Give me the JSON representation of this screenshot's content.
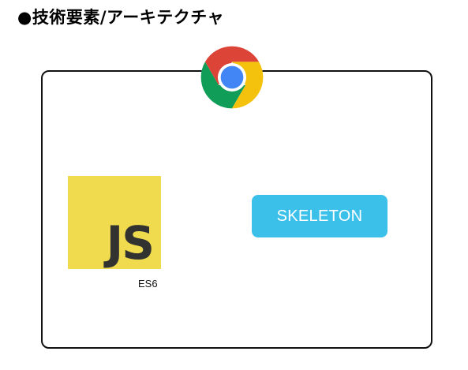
{
  "page": {
    "title": "●技術要素/アーキテクチャ"
  },
  "diagram": {
    "logos": {
      "top": "chrome-icon",
      "left": "javascript-icon"
    },
    "javascript": {
      "logo_text": "JS",
      "caption": "ES6"
    },
    "skeleton": {
      "label": "SKELETON"
    },
    "colors": {
      "chrome_red": "#db4437",
      "chrome_yellow": "#f4c20d",
      "chrome_green": "#0f9d58",
      "chrome_blue": "#4285f4",
      "js_yellow": "#f0db4f",
      "js_text": "#323330",
      "skeleton_bg": "#3bc0ea"
    }
  }
}
